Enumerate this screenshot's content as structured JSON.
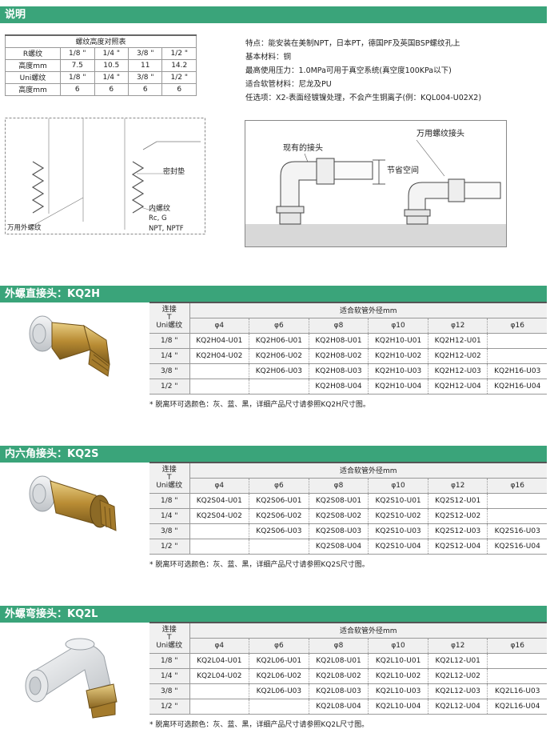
{
  "sections": {
    "description_title": "说明",
    "kq2h_title": "外螺直接头：KQ2H",
    "kq2s_title": "内六角接头：KQ2S",
    "kq2l_title": "外螺弯接头：KQ2L"
  },
  "thread_table": {
    "caption": "螺纹高度对照表",
    "rows": [
      [
        "R螺纹",
        "1/8 \"",
        "1/4 \"",
        "3/8 \"",
        "1/2 \""
      ],
      [
        "高度mm",
        "7.5",
        "10.5",
        "11",
        "14.2"
      ],
      [
        "Uni螺纹",
        "1/8 \"",
        "1/4 \"",
        "3/8 \"",
        "1/2 \""
      ],
      [
        "高度mm",
        "6",
        "6",
        "6",
        "6"
      ]
    ]
  },
  "specs": [
    "特点：能安装在美制NPT，日本PT，德国PF及英国BSP螺纹孔上",
    "基本材料：铜",
    "最高使用压力：1.0MPa可用于真空系统(真空度100KPa以下)",
    "适合软管材料：尼龙及PU",
    "任选项：X2-表面经镀镍处理，不会产生铜离子(例：KQL004-U02X2)"
  ],
  "diagram_left": {
    "seal": "密封垫",
    "inner_thread": "内螺纹",
    "rc_g": "Rc, G",
    "npt": "NPT, NPTF",
    "universal_outer": "万用外螺纹"
  },
  "diagram_right": {
    "universal_fitting": "万用螺纹接头",
    "existing_fitting": "现有的接头",
    "space_saving": "节省空间"
  },
  "table_header": {
    "label_line1": "连接",
    "label_line2": "T",
    "label_line3": "Uni螺纹",
    "span_label": "适合软管外径mm",
    "sizes": [
      "φ4",
      "φ6",
      "φ8",
      "φ10",
      "φ12",
      "φ16"
    ]
  },
  "threads": [
    "1/8 \"",
    "1/4 \"",
    "3/8 \"",
    "1/2 \""
  ],
  "kq2h": {
    "rows": [
      [
        "KQ2H04-U01",
        "KQ2H06-U01",
        "KQ2H08-U01",
        "KQ2H10-U01",
        "KQ2H12-U01",
        ""
      ],
      [
        "KQ2H04-U02",
        "KQ2H06-U02",
        "KQ2H08-U02",
        "KQ2H10-U02",
        "KQ2H12-U02",
        ""
      ],
      [
        "",
        "KQ2H06-U03",
        "KQ2H08-U03",
        "KQ2H10-U03",
        "KQ2H12-U03",
        "KQ2H16-U03"
      ],
      [
        "",
        "",
        "KQ2H08-U04",
        "KQ2H10-U04",
        "KQ2H12-U04",
        "KQ2H16-U04"
      ]
    ],
    "note": "* 脱离环可选颜色：灰、蓝、黑，详细产品尺寸请参照KQ2H尺寸图。"
  },
  "kq2s": {
    "rows": [
      [
        "KQ2S04-U01",
        "KQ2S06-U01",
        "KQ2S08-U01",
        "KQ2S10-U01",
        "KQ2S12-U01",
        ""
      ],
      [
        "KQ2S04-U02",
        "KQ2S06-U02",
        "KQ2S08-U02",
        "KQ2S10-U02",
        "KQ2S12-U02",
        ""
      ],
      [
        "",
        "KQ2S06-U03",
        "KQ2S08-U03",
        "KQ2S10-U03",
        "KQ2S12-U03",
        "KQ2S16-U03"
      ],
      [
        "",
        "",
        "KQ2S08-U04",
        "KQ2S10-U04",
        "KQ2S12-U04",
        "KQ2S16-U04"
      ]
    ],
    "note": "* 脱离环可选颜色：灰、蓝、黑，详细产品尺寸请参照KQ2S尺寸图。"
  },
  "kq2l": {
    "rows": [
      [
        "KQ2L04-U01",
        "KQ2L06-U01",
        "KQ2L08-U01",
        "KQ2L10-U01",
        "KQ2L12-U01",
        ""
      ],
      [
        "KQ2L04-U02",
        "KQ2L06-U02",
        "KQ2L08-U02",
        "KQ2L10-U02",
        "KQ2L12-U02",
        ""
      ],
      [
        "",
        "KQ2L06-U03",
        "KQ2L08-U03",
        "KQ2L10-U03",
        "KQ2L12-U03",
        "KQ2L16-U03"
      ],
      [
        "",
        "",
        "KQ2L08-U04",
        "KQ2L10-U04",
        "KQ2L12-U04",
        "KQ2L16-U04"
      ]
    ],
    "note": "* 脱离环可选颜色：灰、蓝、黑，详细产品尺寸请参照KQ2L尺寸图。"
  },
  "colors": {
    "header_bar": "#3aa47a",
    "brass": "#c9a24a",
    "plastic": "#e4e6e8"
  }
}
